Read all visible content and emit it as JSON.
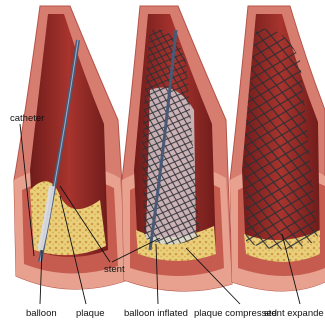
{
  "labels": {
    "catheter": "catheter",
    "stent": "stent",
    "balloon": "balloon",
    "plaque": "plaque",
    "balloon_inflated": "balloon inflated",
    "plaque_compressed": "plaque compressed",
    "stent_expanded": "stent expande"
  },
  "colors": {
    "background": "#ffffff",
    "vessel_outer": "#d77d70",
    "vessel_inner_cut": "#e8a18e",
    "vessel_wall_band": "#c65c50",
    "lumen": "#9c2f2a",
    "lumen_dark": "#6f1c1b",
    "plaque": "#e9cf7a",
    "plaque_spots": "#c98e3a",
    "catheter": "#4a5a76",
    "balloon": "#d9dde4",
    "stent_mesh": "#2b2f35",
    "leader_line": "#111111"
  }
}
